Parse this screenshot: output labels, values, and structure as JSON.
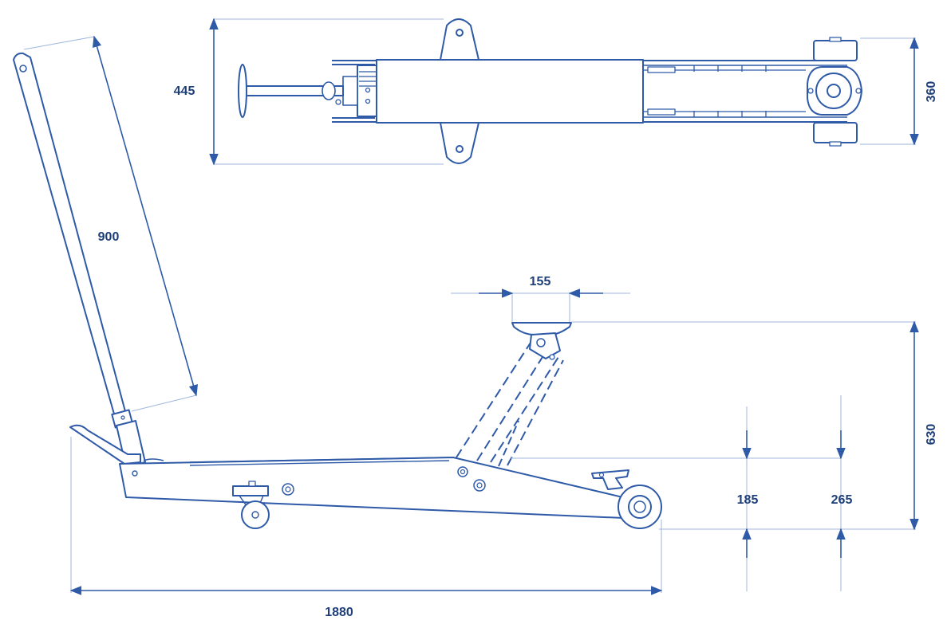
{
  "colors": {
    "line": "#2e5aa8",
    "dimension_line": "#9fb6de",
    "text": "#1e3f7a",
    "background": "#ffffff"
  },
  "dimensions": {
    "top_width": "445",
    "wheel_track": "360",
    "handle_length": "900",
    "saddle_width": "155",
    "max_height": "630",
    "min_height": "185",
    "mid_height": "265",
    "total_length": "1880"
  }
}
